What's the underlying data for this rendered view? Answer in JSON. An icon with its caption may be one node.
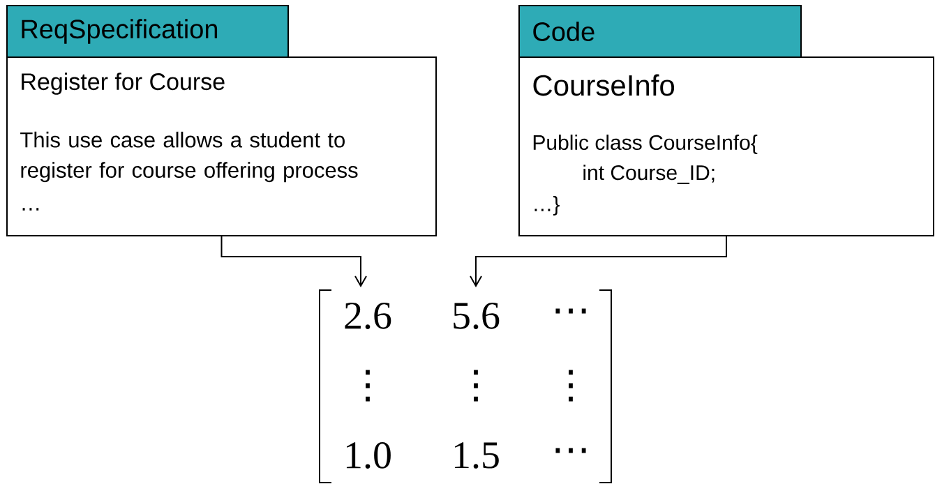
{
  "diagram": {
    "nodes": [
      {
        "text": [
          "ReqSpecification"
        ]
      },
      {
        "text": [
          "Register for Course",
          "This use case allows a student to register for course offering process",
          "…"
        ]
      },
      {
        "text": [
          "Code"
        ]
      },
      {
        "text": [
          "CourseInfo",
          "Public class CourseInfo{",
          "int Course_ID;",
          "…}"
        ]
      },
      {
        "text": [
          "2.6",
          "5.6",
          "⋯",
          "⋮",
          "⋮",
          "⋮",
          "1.0",
          "1.5",
          "⋯"
        ]
      }
    ],
    "edges": [
      {
        "from": 1,
        "to": 4,
        "arrow": "to"
      },
      {
        "from": 3,
        "to": 4,
        "arrow": "to"
      }
    ]
  }
}
